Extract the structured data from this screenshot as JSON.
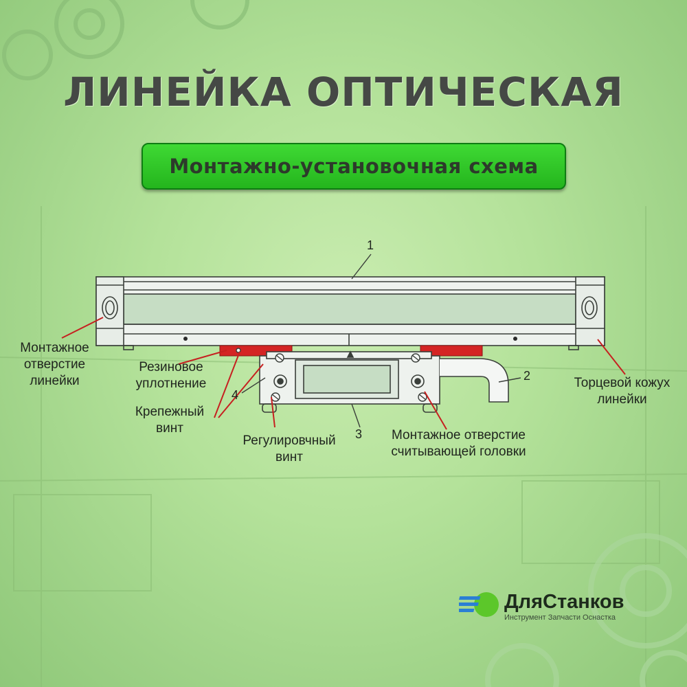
{
  "header": {
    "title": "Линейка оптическая",
    "subtitle": "Монтажно-установочная схема"
  },
  "diagram": {
    "numbers": {
      "n1": "1",
      "n2": "2",
      "n3": "3",
      "n4": "4"
    },
    "labels": {
      "scale_mount_hole": [
        "Монтажное",
        "отверстие",
        "линейки"
      ],
      "rubber_seal": [
        "Резиновое",
        "уплотнение"
      ],
      "end_cover": [
        "Торцевой кожух",
        "линейки"
      ],
      "fixing_screw": [
        "Крепежный",
        "винт"
      ],
      "adjusting_screw": [
        "Регулировчный",
        "винт"
      ],
      "head_mount_hole": [
        "Монтажное отверстие",
        "считывающей головки"
      ]
    },
    "colors": {
      "seal": "#d42424",
      "leader": "#c62020",
      "line": "#3a3f3a"
    }
  },
  "brand": {
    "name": "ДляСтанков",
    "tagline": "Инструмент Запчасти Оснастка",
    "colors": {
      "accent_green": "#5cc72a",
      "accent_blue": "#2a7fd4"
    }
  }
}
